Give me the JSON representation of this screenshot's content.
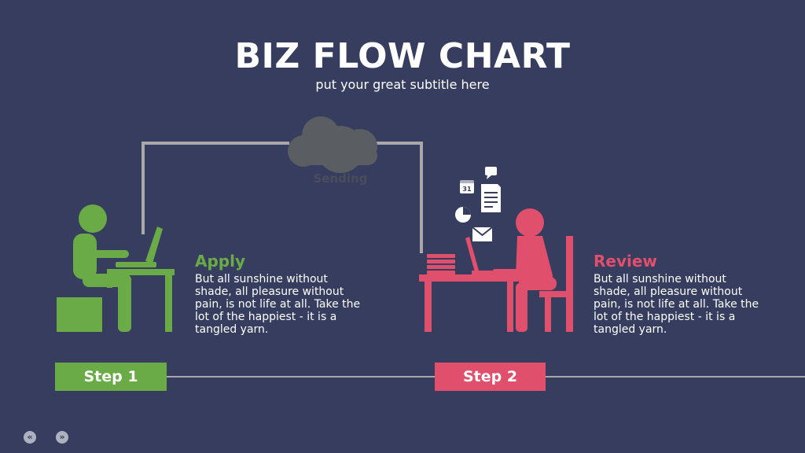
{
  "title": "BIZ FLOW CHART",
  "subtitle": "put your great subtitle here",
  "cloud_label": "Sending",
  "steps": [
    {
      "heading": "Apply",
      "text": "But all sunshine without shade, all pleasure without pain, is not life at all. Take the lot of the happiest - it is a tangled yarn.",
      "label": "Step 1"
    },
    {
      "heading": "Review",
      "text": "But all sunshine without shade, all pleasure without pain, is not life at all. Take the lot of the happiest - it is a tangled yarn.",
      "label": "Step 2"
    }
  ],
  "calendar_day": "31",
  "icons": [
    "calendar-icon",
    "chat-bubble-icon",
    "document-icon",
    "pie-chart-icon",
    "envelope-icon",
    "cloud-icon",
    "previous-icon",
    "next-icon"
  ],
  "nav": {
    "prev": "«",
    "next": "»"
  },
  "colors": {
    "background": "#363d5f",
    "green": "#6aab48",
    "pink": "#e04f6c",
    "connector": "#a9a9ab",
    "cloud": "#5a5d62"
  }
}
